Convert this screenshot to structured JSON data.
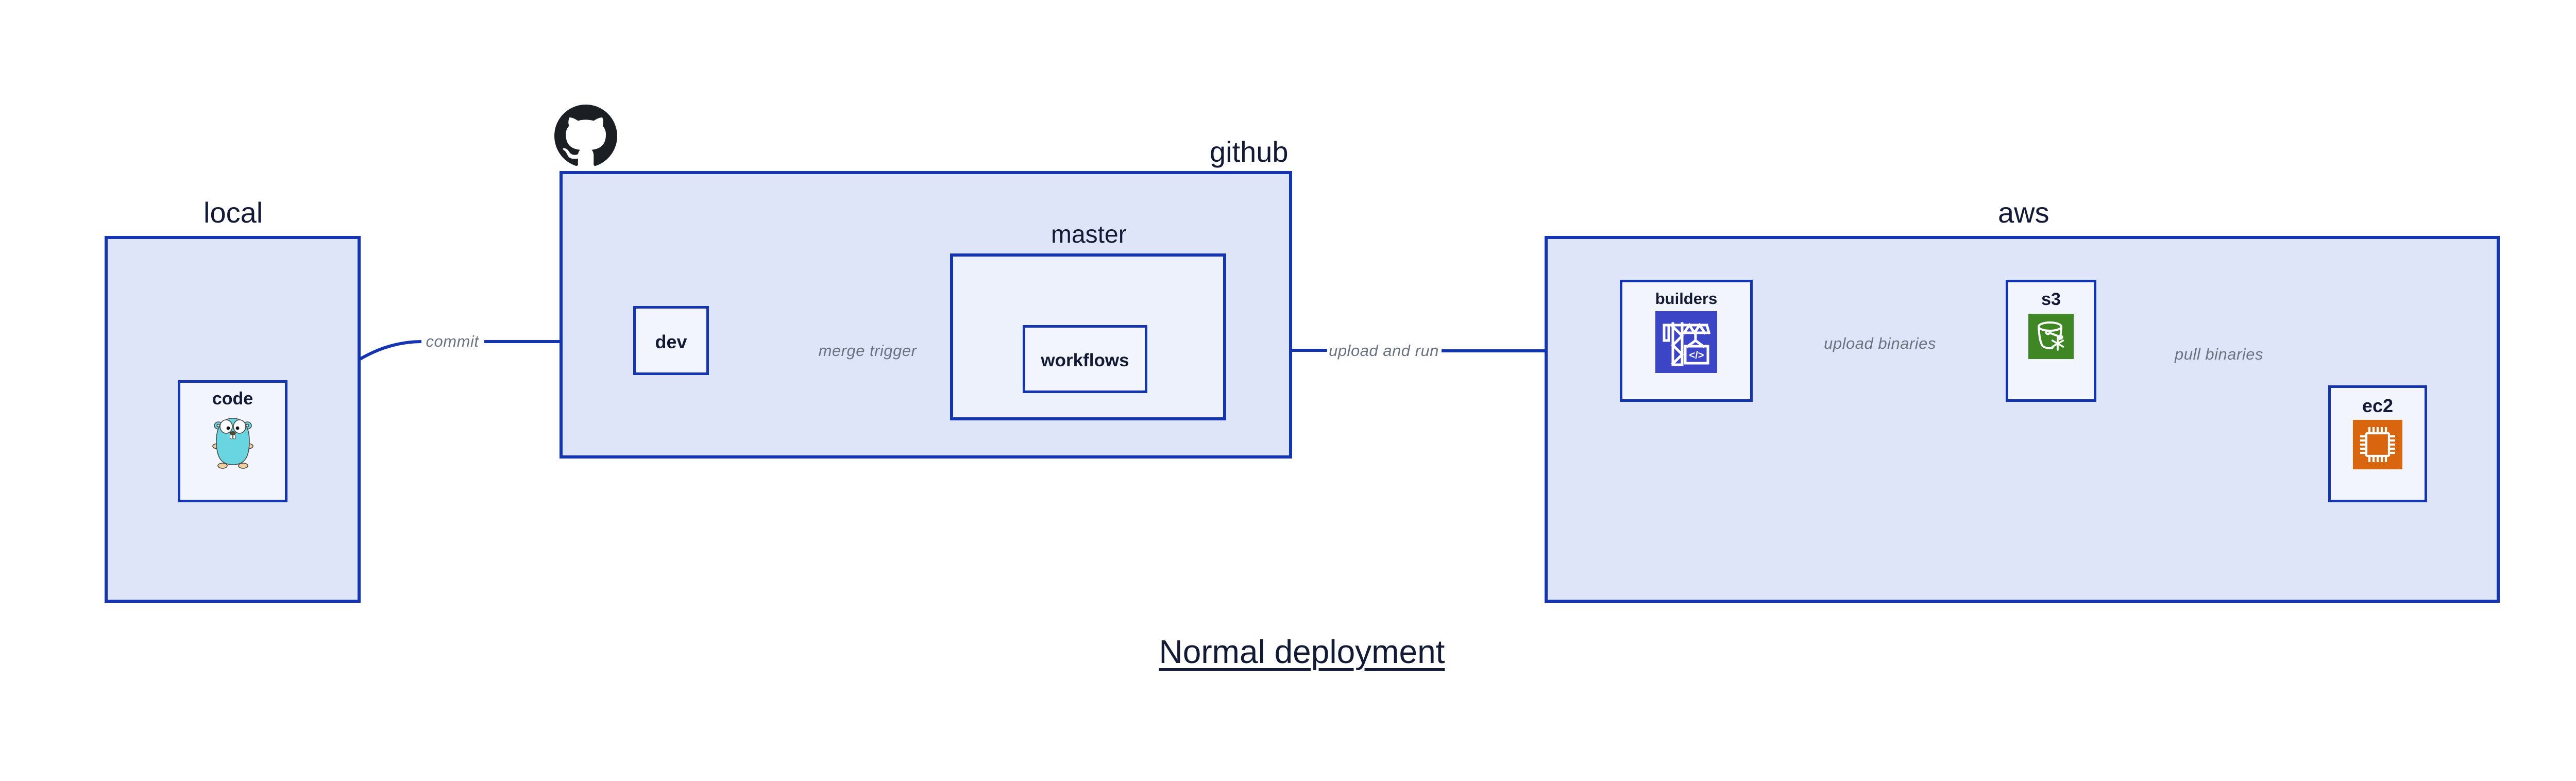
{
  "title": "Normal deployment",
  "groups": {
    "local": {
      "label": "local"
    },
    "github": {
      "label": "github"
    },
    "master": {
      "label": "master"
    },
    "aws": {
      "label": "aws"
    }
  },
  "nodes": {
    "code": {
      "label": "code",
      "icon": "go-gopher-icon"
    },
    "dev": {
      "label": "dev"
    },
    "workflows": {
      "label": "workflows"
    },
    "builders": {
      "label": "builders",
      "icon": "build-crane-icon",
      "glyph": "</>"
    },
    "s3": {
      "label": "s3",
      "icon": "s3-bucket-snowflake-icon"
    },
    "ec2": {
      "label": "ec2",
      "icon": "cpu-chip-icon"
    }
  },
  "edges": {
    "commit": {
      "label": "commit"
    },
    "merge_trigger": {
      "label": "merge trigger"
    },
    "upload_and_run": {
      "label": "upload and run"
    },
    "upload_binaries": {
      "label": "upload binaries"
    },
    "pull_binaries": {
      "label": "pull binaries"
    }
  },
  "icons": {
    "github_logo": "github-octocat-icon"
  },
  "colors": {
    "stroke_blue": "#1535b0",
    "group_fill": "#dfe5f8",
    "master_fill": "#edf1fb",
    "node_fill": "#f2f5fd",
    "text_dark": "#131a35",
    "edge_label_gray": "#6b7380",
    "octocat_black": "#1b1f23",
    "builders_icon_bg": "#3c45c5",
    "s3_icon_bg": "#3f8624",
    "ec2_icon_bg": "#d9660f",
    "gopher_body": "#68d5e1",
    "gopher_accent": "#f2cf9d"
  }
}
